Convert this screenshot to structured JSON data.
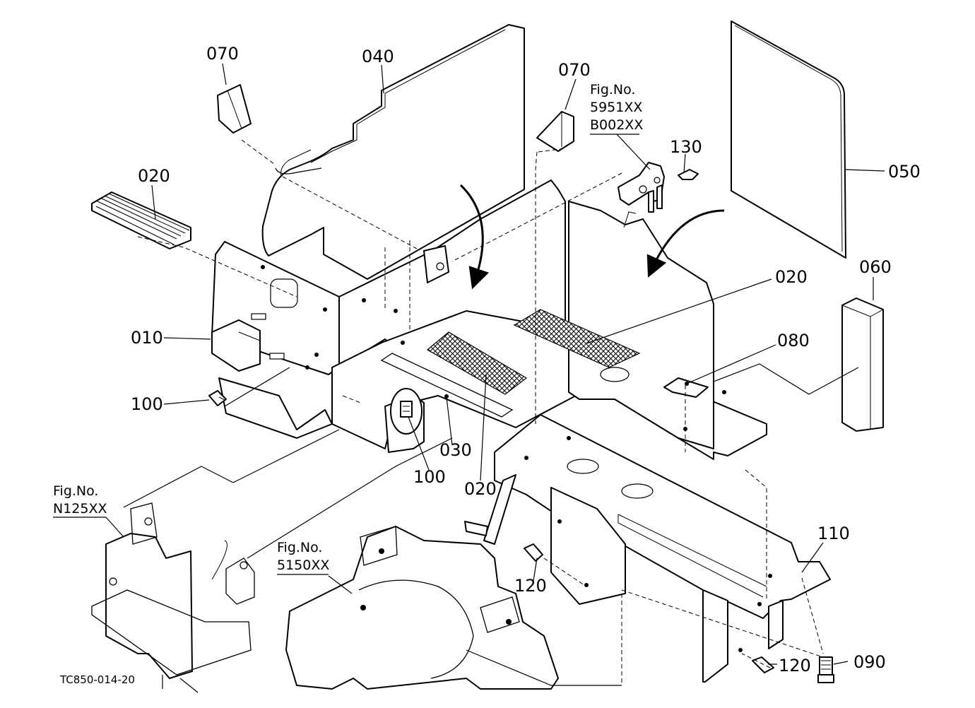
{
  "callouts": {
    "c070a": "070",
    "c040": "040",
    "c070b": "070",
    "c130": "130",
    "c050": "050",
    "c020a": "020",
    "c010": "010",
    "c100a": "100",
    "c100b": "100",
    "c030": "030",
    "c020b": "020",
    "c020c": "020",
    "c080": "080",
    "c060": "060",
    "c110": "110",
    "c120a": "120",
    "c120b": "120",
    "c090": "090"
  },
  "fig_refs": {
    "ref1": {
      "line1": "Fig.No.",
      "line2": "5951XX",
      "line3": "B002XX"
    },
    "ref2": {
      "line1": "Fig.No.",
      "line2": "N125XX"
    },
    "ref3": {
      "line1": "Fig.No.",
      "line2": "5150XX"
    }
  },
  "drawing_code": "TC850-014-20"
}
